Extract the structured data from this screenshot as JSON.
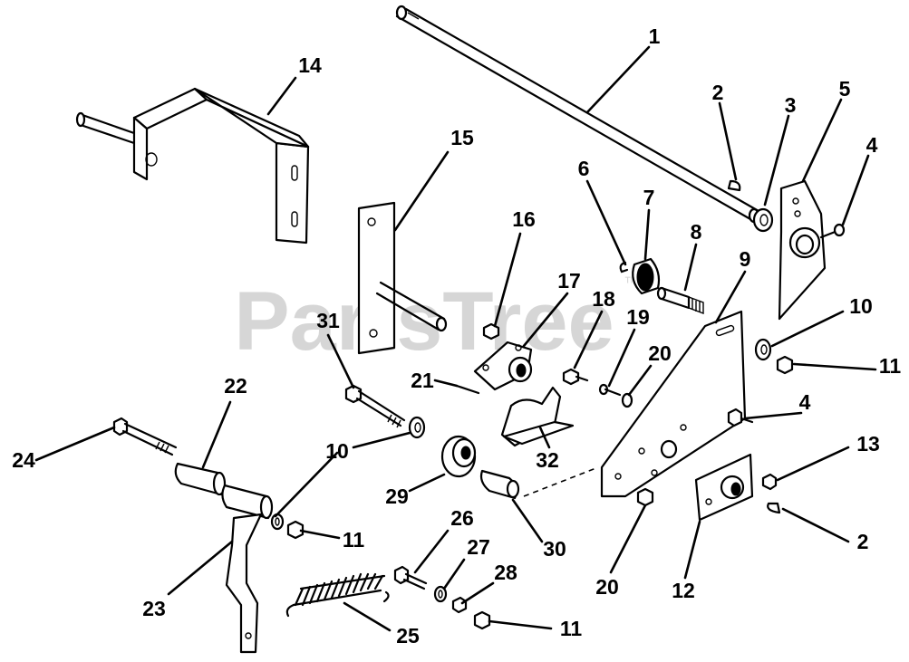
{
  "watermark": {
    "text": "PartsTree",
    "mark": "™"
  },
  "callouts": {
    "c1": "1",
    "c2a": "2",
    "c2b": "2",
    "c3": "3",
    "c4a": "4",
    "c4b": "4",
    "c5": "5",
    "c6": "6",
    "c7": "7",
    "c8": "8",
    "c9": "9",
    "c10a": "10",
    "c10b": "10",
    "c11a": "11",
    "c11b": "11",
    "c11c": "11",
    "c12": "12",
    "c13": "13",
    "c14": "14",
    "c15": "15",
    "c16": "16",
    "c17": "17",
    "c18": "18",
    "c19": "19",
    "c20a": "20",
    "c20b": "20",
    "c21": "21",
    "c22": "22",
    "c23": "23",
    "c24": "24",
    "c25": "25",
    "c26": "26",
    "c27": "27",
    "c28": "28",
    "c29": "29",
    "c30": "30",
    "c31": "31",
    "c32": "32"
  }
}
